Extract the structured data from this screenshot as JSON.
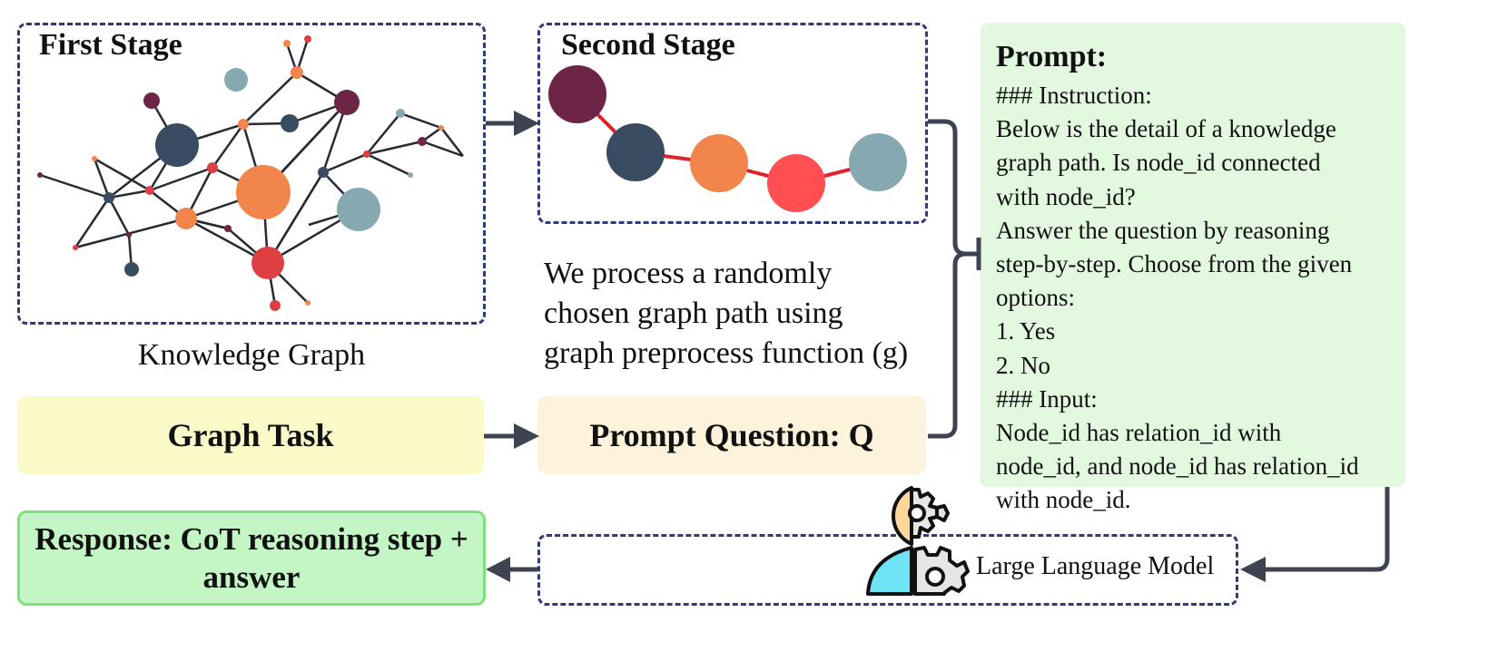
{
  "first_stage": {
    "title": "First Stage",
    "caption": "Knowledge Graph"
  },
  "second_stage": {
    "title": "Second Stage",
    "description_lines": [
      "We process a randomly",
      "chosen graph path using",
      "graph preprocess function (g)"
    ]
  },
  "graph_task": {
    "label": "Graph Task"
  },
  "prompt_question": {
    "label": "Prompt Question: Q"
  },
  "prompt": {
    "title": "Prompt:",
    "lines": [
      "### Instruction:",
      "Below is the detail of a knowledge",
      "graph path. Is node_id connected",
      "with node_id?",
      "Answer the question by reasoning",
      "step-by-step. Choose from the given",
      "options:",
      "1. Yes",
      "2. No",
      "### Input:",
      "Node_id has relation_id with",
      "node_id, and node_id has relation_id",
      "with node_id."
    ]
  },
  "llm": {
    "label": "Large Language Model",
    "icon": "llm-head-gear-icon"
  },
  "response": {
    "line1": "Response: CoT reasoning step +",
    "line2": "answer"
  },
  "colors": {
    "border_dash": "#2f3a7a",
    "graph_task_bg": "#fbfbc9",
    "prompt_question_bg": "#fdf2da",
    "prompt_bg": "#e2f9e0",
    "response_bg": "#c4f5c4",
    "response_border": "#7fe07f",
    "arrow": "#3d4350",
    "path_edge": "#e0212b",
    "node_maroon": "#6d2445",
    "node_navy": "#3a4c62",
    "node_orange": "#f2854c",
    "node_red": "#ff4f52",
    "node_teal": "#86a8b0"
  }
}
